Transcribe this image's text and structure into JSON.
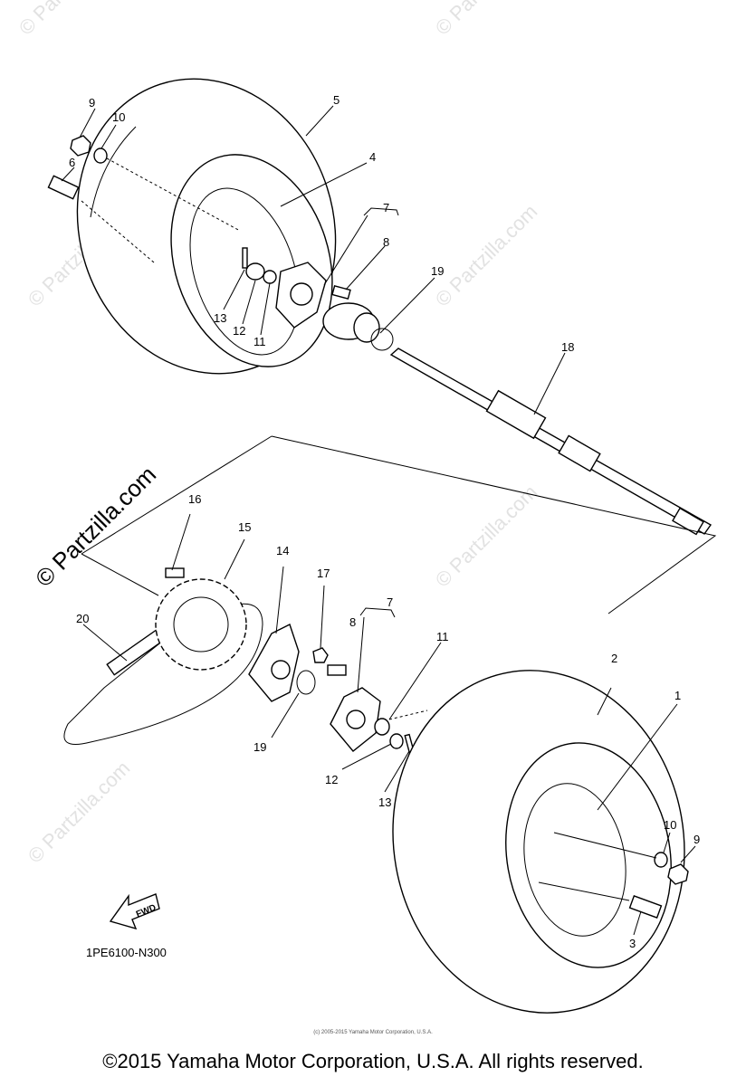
{
  "watermark": {
    "text": "© Partzilla.com"
  },
  "callouts": {
    "top": [
      "9",
      "10",
      "6",
      "5",
      "4",
      "7",
      "8",
      "19",
      "13",
      "12",
      "11",
      "18"
    ],
    "bottom": [
      "16",
      "15",
      "14",
      "17",
      "7",
      "8",
      "20",
      "11",
      "2",
      "1",
      "19",
      "12",
      "13",
      "10",
      "9",
      "3"
    ]
  },
  "fwd_label": "FWD",
  "diagram_code": "1PE6100-N300",
  "small_print": "(c) 2005-2015 Yamaha Motor Corporation, U.S.A.",
  "copyright": "©2015 Yamaha Motor Corporation, U.S.A. All rights reserved."
}
